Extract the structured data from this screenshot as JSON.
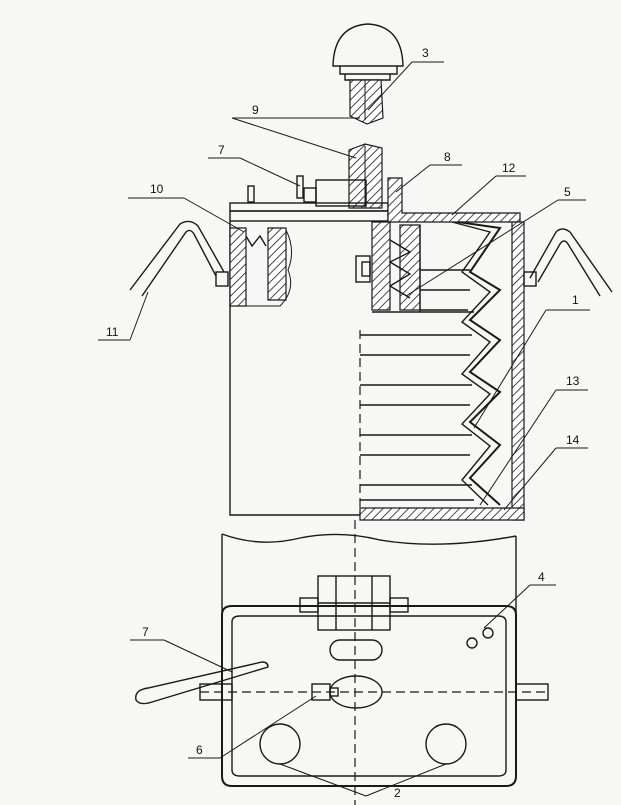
{
  "callouts": [
    {
      "id": "3",
      "label": "3"
    },
    {
      "id": "9",
      "label": "9"
    },
    {
      "id": "7a",
      "label": "7"
    },
    {
      "id": "8",
      "label": "8"
    },
    {
      "id": "12",
      "label": "12"
    },
    {
      "id": "10",
      "label": "10"
    },
    {
      "id": "5",
      "label": "5"
    },
    {
      "id": "11",
      "label": "11"
    },
    {
      "id": "1",
      "label": "1"
    },
    {
      "id": "13",
      "label": "13"
    },
    {
      "id": "14",
      "label": "14"
    },
    {
      "id": "4",
      "label": "4"
    },
    {
      "id": "7b",
      "label": "7"
    },
    {
      "id": "6",
      "label": "6"
    },
    {
      "id": "2",
      "label": "2"
    }
  ]
}
